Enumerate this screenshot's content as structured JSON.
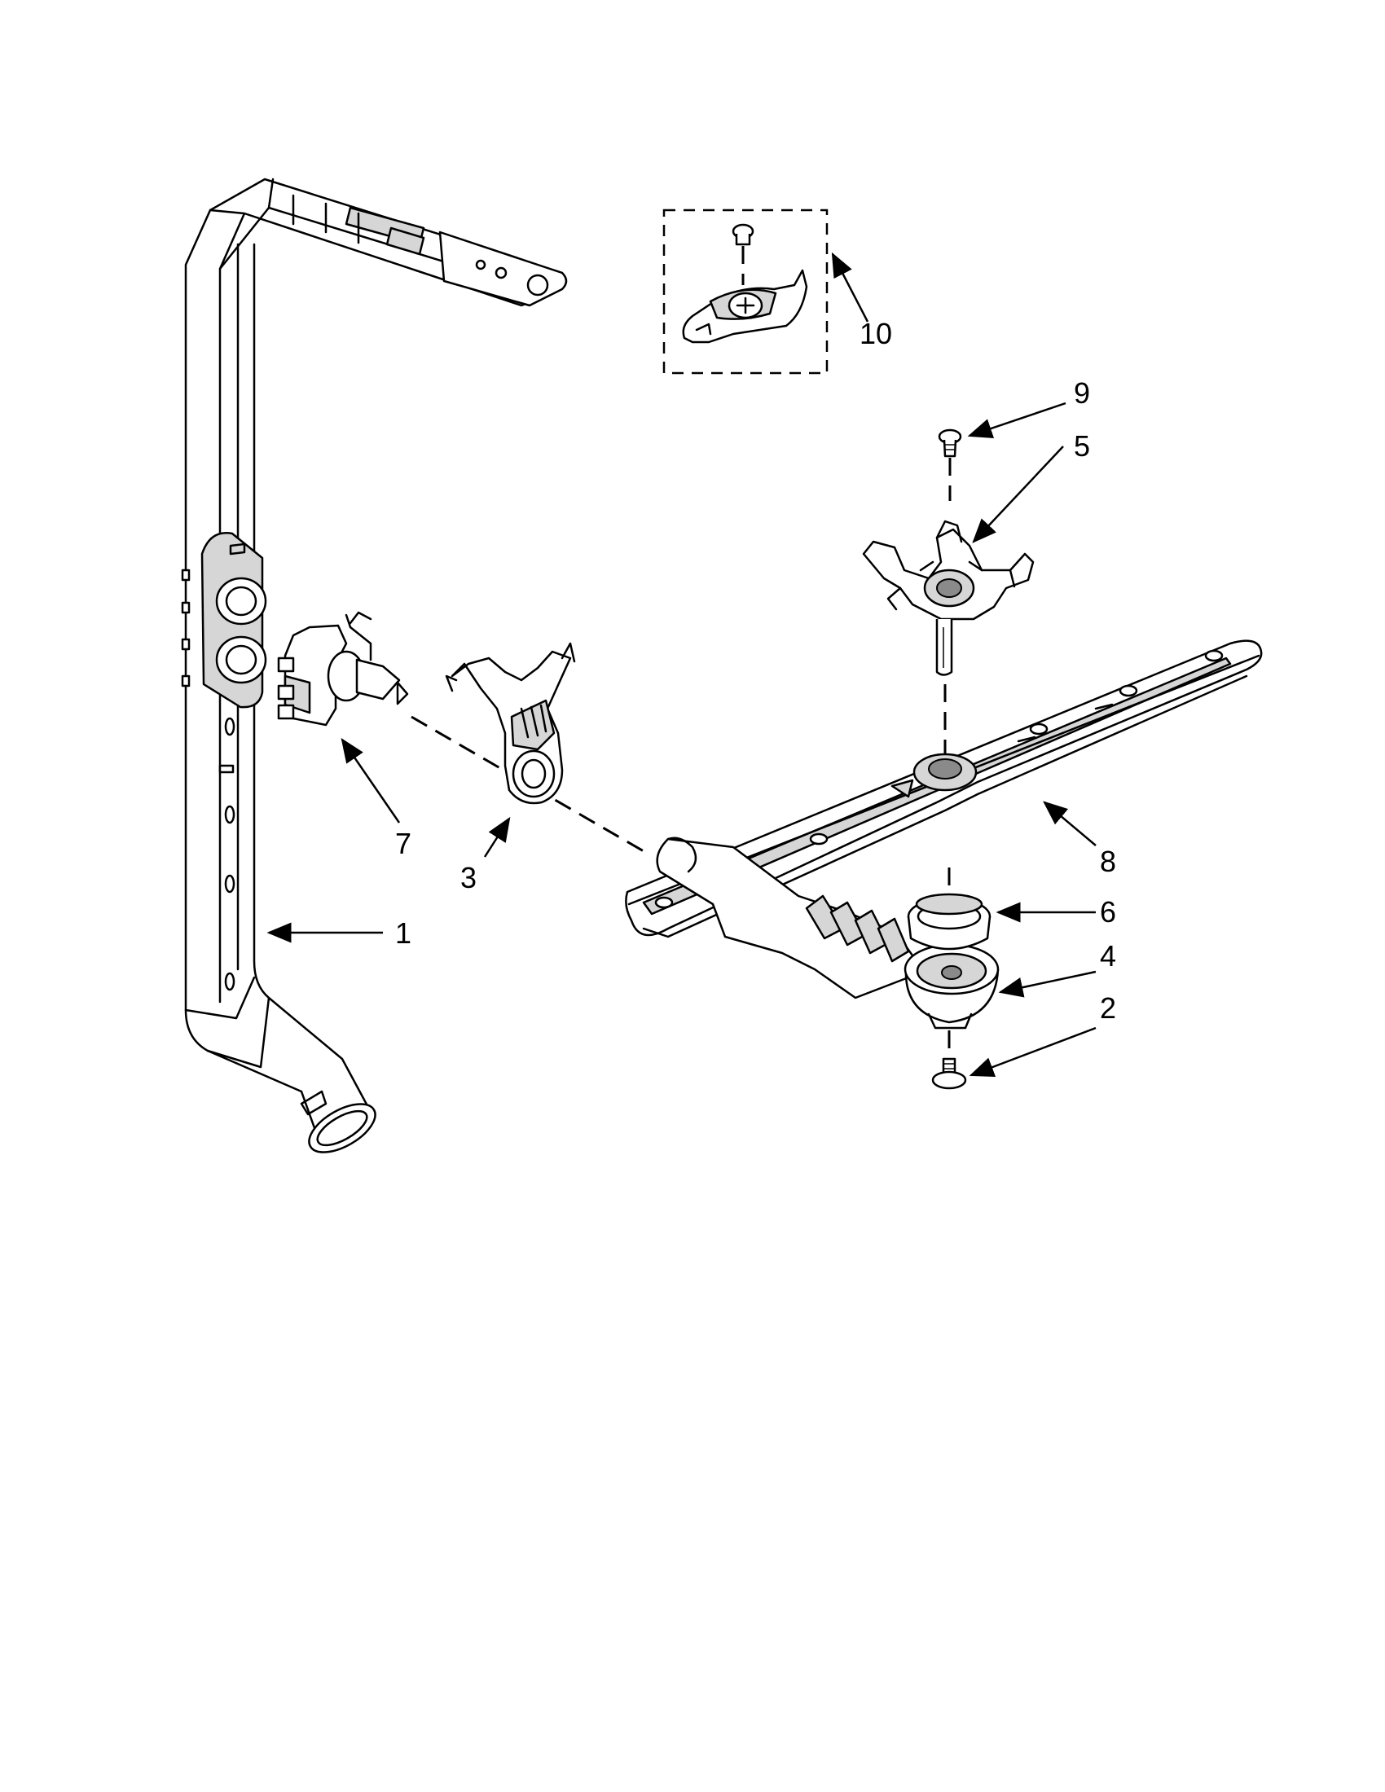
{
  "callouts": {
    "c1": "1",
    "c2": "2",
    "c3": "3",
    "c4": "4",
    "c5": "5",
    "c6": "6",
    "c7": "7",
    "c8": "8",
    "c9": "9",
    "c10": "10"
  },
  "colors": {
    "ink": "#000000",
    "shade": "#d6d6d6",
    "dark": "#8a8a8a",
    "paper": "#ffffff"
  }
}
